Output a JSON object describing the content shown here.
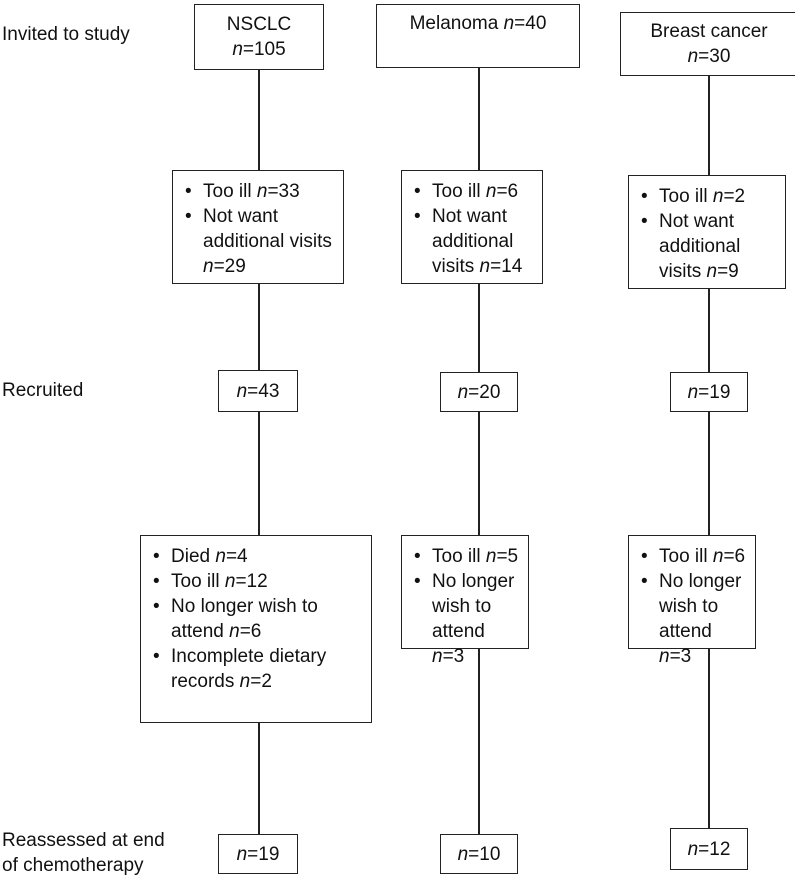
{
  "row_labels": {
    "invited": "Invited to study",
    "recruited": "Recruited",
    "reassessed_line1": "Reassessed at end",
    "reassessed_line2": "of chemotherapy"
  },
  "columns": {
    "nsclc": {
      "title": "NSCLC",
      "invited": "=105",
      "exclusions1": [
        {
          "text": "Too ill ",
          "n": "=33"
        },
        {
          "text": "Not want additional visits ",
          "n": "=29"
        }
      ],
      "recruited": "=43",
      "exclusions2": [
        {
          "text": "Died ",
          "n": "=4"
        },
        {
          "text": "Too ill ",
          "n": "=12"
        },
        {
          "text": "No longer wish to attend ",
          "n": "=6"
        },
        {
          "text": "Incomplete dietary records ",
          "n": "=2"
        }
      ],
      "reassessed": "=19"
    },
    "melanoma": {
      "title": "Melanoma ",
      "invited": "=40",
      "exclusions1": [
        {
          "text": "Too ill ",
          "n": "=6"
        },
        {
          "text": "Not want additional visits ",
          "n": "=14"
        }
      ],
      "recruited": "=20",
      "exclusions2": [
        {
          "text": "Too ill ",
          "n": "=5"
        },
        {
          "text": "No longer wish to attend ",
          "n": "=3"
        }
      ],
      "reassessed": "=10"
    },
    "breast": {
      "title": "Breast cancer",
      "invited": "=30",
      "exclusions1": [
        {
          "text": "Too ill ",
          "n": "=2"
        },
        {
          "text": "Not want additional visits ",
          "n": "=9"
        }
      ],
      "recruited": "=19",
      "exclusions2": [
        {
          "text": "Too ill ",
          "n": "=6"
        },
        {
          "text": "No longer wish to attend ",
          "n": "=3"
        }
      ],
      "reassessed": "=12"
    }
  },
  "n_symbol": "n"
}
